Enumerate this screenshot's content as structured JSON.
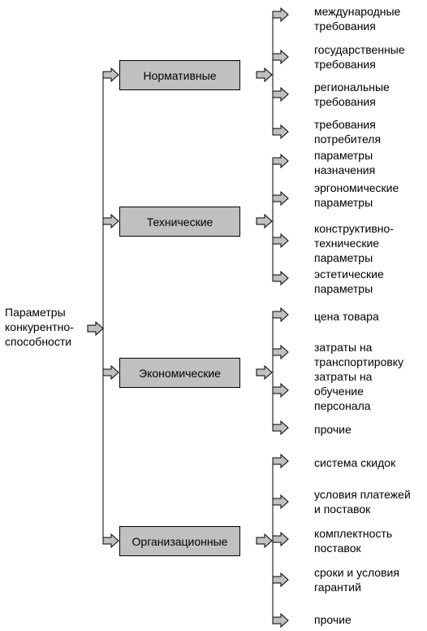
{
  "root": {
    "label": "Параметры конкурентно-способности",
    "lines": [
      "Параметры",
      "конкурентно-",
      "способности"
    ]
  },
  "colors": {
    "box_fill": "#c0c0c0",
    "arrow_fill": "#c0c0c0",
    "line": "#000000"
  },
  "categories": [
    {
      "label": "Нормативные",
      "items": [
        [
          "международные",
          "требования"
        ],
        [
          "государственные",
          "требования"
        ],
        [
          "региональные",
          "требования"
        ],
        [
          "требования",
          "потребителя"
        ]
      ]
    },
    {
      "label": "Технические",
      "items": [
        [
          "параметры",
          "назначения"
        ],
        [
          "эргономические",
          "параметры"
        ],
        [
          "конструктивно-",
          "технические",
          "параметры"
        ],
        [
          "эстетические",
          "параметры"
        ]
      ]
    },
    {
      "label": "Экономические",
      "items": [
        [
          "цена товара"
        ],
        [
          "затраты на",
          "транспортировку"
        ],
        [
          "затраты на",
          "обучение",
          "персонала"
        ],
        [
          "прочие"
        ]
      ]
    },
    {
      "label": "Организационные",
      "items": [
        [
          "система скидок"
        ],
        [
          "условия платежей",
          "и поставок"
        ],
        [
          "комплектность",
          "поставок"
        ],
        [
          "сроки и условия",
          "гарантий"
        ],
        [
          "прочие"
        ]
      ]
    }
  ]
}
